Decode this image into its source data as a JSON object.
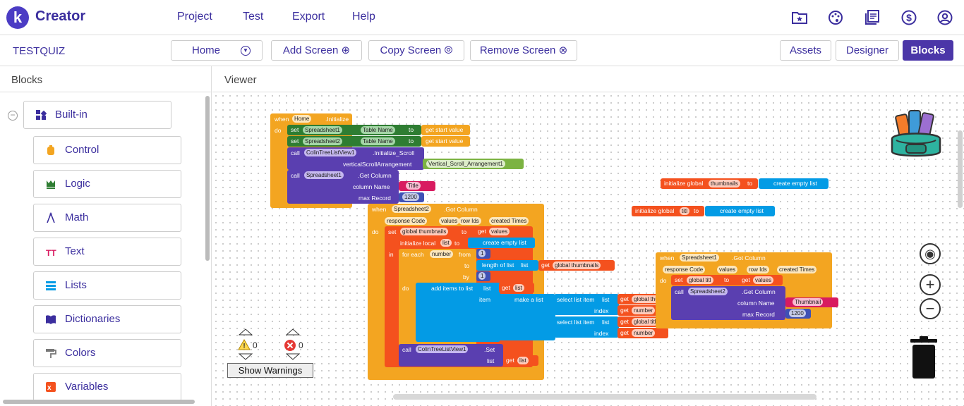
{
  "app": {
    "logo_letter": "k",
    "brand": "Creator"
  },
  "menu": [
    "Project",
    "Test",
    "Export",
    "Help"
  ],
  "top_icons": [
    "folder-star-icon",
    "palette-icon",
    "library-icon",
    "dollar-icon",
    "account-icon"
  ],
  "project_name": "TESTQUIZ",
  "screen_select": {
    "value": "Home"
  },
  "screen_buttons": {
    "add": "Add Screen",
    "copy": "Copy Screen",
    "remove": "Remove Screen"
  },
  "view_buttons": {
    "assets": "Assets",
    "designer": "Designer",
    "blocks": "Blocks"
  },
  "left_panel": {
    "title": "Blocks",
    "builtin": "Built-in",
    "drawers": [
      "Control",
      "Logic",
      "Math",
      "Text",
      "Lists",
      "Dictionaries",
      "Colors",
      "Variables"
    ]
  },
  "viewer": {
    "title": "Viewer"
  },
  "warnings": {
    "warning_count": "0",
    "error_count": "0",
    "show_label": "Show Warnings"
  },
  "colors": {
    "accent": "#4b36a8",
    "event": "#f3a521",
    "component": "#5a3fb0",
    "setter": "#2e7d32",
    "text": "#d81b60",
    "math": "#3f51b5",
    "list": "#039be5",
    "variable": "#f4511e"
  },
  "blocks": {
    "b1": {
      "when": "when",
      "comp": "Home",
      "event": ".Initialize",
      "do": "do",
      "set1": "set",
      "comp1": "Spreadsheet1",
      "prop1": "Table Name",
      "to": "to",
      "get_start": "get start value",
      "comp2": "Spreadsheet2",
      "call": "call",
      "tree": "ColinTreeListView1",
      "init_scroll": ".Initialize_Scroll",
      "vsa": "verticalScrollArrangement",
      "vsa_val": "Vertical_Scroll_Arrangement1",
      "getcol": ".Get Column",
      "colname": "column Name",
      "title_val": "Title",
      "maxrec": "max Record",
      "max_val": "1200"
    },
    "g1": {
      "init": "initialize global",
      "name": "thumbnails",
      "to": "to",
      "empty": "create empty list"
    },
    "g2": {
      "init": "initialize global",
      "name": "titl",
      "to": "to",
      "empty": "create empty list"
    },
    "b2": {
      "when": "when",
      "comp": "Spreadsheet2",
      "event": ".Got Column",
      "p1": "response Code",
      "p2": "values",
      "p3": "row Ids",
      "p4": "created Times",
      "do": "do",
      "set": "set",
      "gvar": "global thumbnails",
      "to": "to",
      "get": "get",
      "values": "values",
      "init_local": "initialize local",
      "lname": "list",
      "in": "in",
      "foreach": "for each",
      "num": "number",
      "from": "from",
      "one": "1",
      "len": "length of list",
      "list": "list",
      "by": "by",
      "add": "add items to list",
      "item": "item",
      "make": "make a list",
      "sel": "select list item",
      "index": "index",
      "g_num": "number",
      "g_titl": "global titl",
      "tree": "ColinTreeListView1",
      "set_tree": ".Set"
    },
    "b3": {
      "when": "when",
      "comp": "Spreadsheet1",
      "event": ".Got Column",
      "p1": "response Code",
      "p2": "values",
      "p3": "row Ids",
      "p4": "created Times",
      "do": "do",
      "set": "set",
      "gvar": "global titl",
      "to": "to",
      "get": "get",
      "values": "values",
      "call": "call",
      "comp2": "Spreadsheet2",
      "getcol": ".Get Column",
      "colname": "column Name",
      "thumb": "Thumbnail",
      "maxrec": "max Record",
      "max_val": "1200"
    }
  }
}
